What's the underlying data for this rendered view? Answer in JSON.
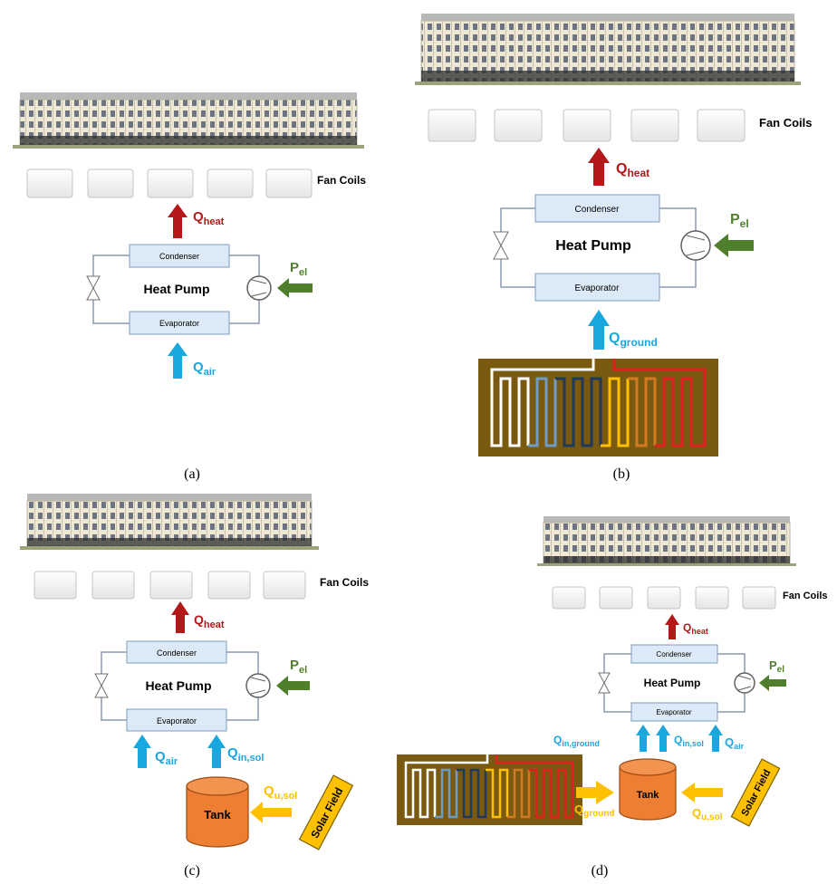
{
  "panels": [
    {
      "id": "a",
      "caption": "(a)",
      "fan_coils_label": "Fan Coils",
      "heat_pump": "Heat Pump",
      "condenser": "Condenser",
      "evaporator": "Evaporator",
      "q_heat": {
        "main": "Q",
        "sub": "heat"
      },
      "p_el": {
        "main": "P",
        "sub": "el"
      },
      "q_air": {
        "main": "Q",
        "sub": "air"
      }
    },
    {
      "id": "b",
      "caption": "(b)",
      "fan_coils_label": "Fan Coils",
      "heat_pump": "Heat Pump",
      "condenser": "Condenser",
      "evaporator": "Evaporator",
      "q_heat": {
        "main": "Q",
        "sub": "heat"
      },
      "p_el": {
        "main": "P",
        "sub": "el"
      },
      "q_ground": {
        "main": "Q",
        "sub": "ground"
      }
    },
    {
      "id": "c",
      "caption": "(c)",
      "fan_coils_label": "Fan Coils",
      "heat_pump": "Heat Pump",
      "condenser": "Condenser",
      "evaporator": "Evaporator",
      "q_heat": {
        "main": "Q",
        "sub": "heat"
      },
      "p_el": {
        "main": "P",
        "sub": "el"
      },
      "q_air": {
        "main": "Q",
        "sub": "air"
      },
      "q_in_sol": {
        "main": "Q",
        "sub": "in,sol"
      },
      "q_u_sol": {
        "main": "Q",
        "sub": "u,sol"
      },
      "tank": "Tank",
      "solar_field": "Solar Field"
    },
    {
      "id": "d",
      "caption": "(d)",
      "fan_coils_label": "Fan Coils",
      "heat_pump": "Heat Pump",
      "condenser": "Condenser",
      "evaporator": "Evaporator",
      "q_heat": {
        "main": "Q",
        "sub": "heat"
      },
      "p_el": {
        "main": "P",
        "sub": "el"
      },
      "q_air": {
        "main": "Q",
        "sub": "air"
      },
      "q_in_ground": {
        "main": "Q",
        "sub": "in,ground"
      },
      "q_in_sol": {
        "main": "Q",
        "sub": "in,sol"
      },
      "q_ground": {
        "main": "Q",
        "sub": "ground"
      },
      "q_u_sol": {
        "main": "Q",
        "sub": "u,sol"
      },
      "tank": "Tank",
      "solar_field": "Solar Field"
    }
  ],
  "colors": {
    "heat": "#b41818",
    "el": "#4f7f2c",
    "air": "#19a7e0",
    "solar": "#ffc000",
    "tank": "#ee7e32",
    "ground": "#7a5a10",
    "box": "#dce9f6"
  }
}
